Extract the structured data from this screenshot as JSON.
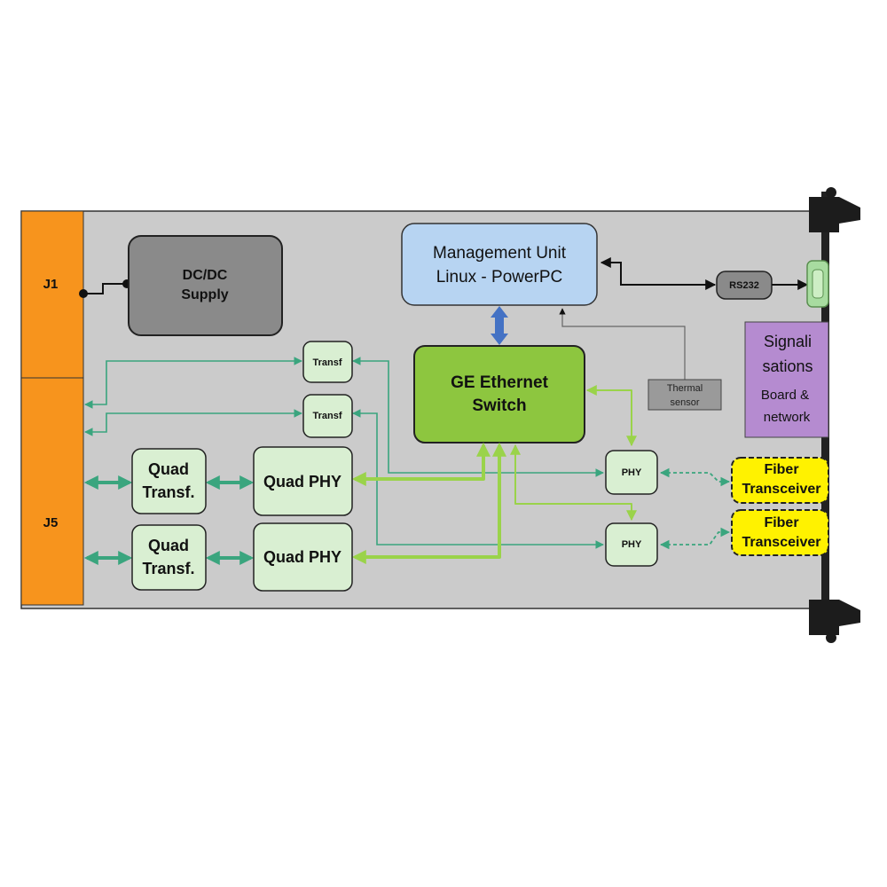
{
  "connectors": {
    "j1": "J1",
    "j5": "J5"
  },
  "blocks": {
    "dcdc": {
      "line1": "DC/DC",
      "line2": "Supply"
    },
    "management": {
      "line1": "Management Unit",
      "line2": "Linux - PowerPC"
    },
    "switch": {
      "line1": "GE Ethernet",
      "line2": "Switch"
    },
    "transf_1": "Transf",
    "transf_2": "Transf",
    "quad_transf_1": {
      "line1": "Quad",
      "line2": "Transf."
    },
    "quad_transf_2": {
      "line1": "Quad",
      "line2": "Transf."
    },
    "quad_phy_1": "Quad PHY",
    "quad_phy_2": "Quad PHY",
    "phy_1": "PHY",
    "phy_2": "PHY",
    "rs232": "RS232",
    "thermal": {
      "line1": "Thermal",
      "line2": "sensor"
    },
    "signalisations": {
      "line1": "Signali",
      "line2": "sations",
      "line3": "Board &",
      "line4": "network"
    },
    "fiber_1": {
      "line1": "Fiber",
      "line2": "Transceiver"
    },
    "fiber_2": {
      "line1": "Fiber",
      "line2": "Transceiver"
    }
  },
  "colors": {
    "board": "#cbcbcb",
    "connector": "#f7941d",
    "dcdc": "#8a8a8a",
    "management": "#b7d4f2",
    "switch": "#8dc63f",
    "module": "#d9efd2",
    "signalisations": "#b58bd0",
    "fiber": "#fff200",
    "thermal": "#9a9a9a",
    "rs232": "#8a8a8a",
    "teal_line": "#3aa57e",
    "lime_line": "#9ad34a",
    "blue_arrow": "#4472c4"
  }
}
